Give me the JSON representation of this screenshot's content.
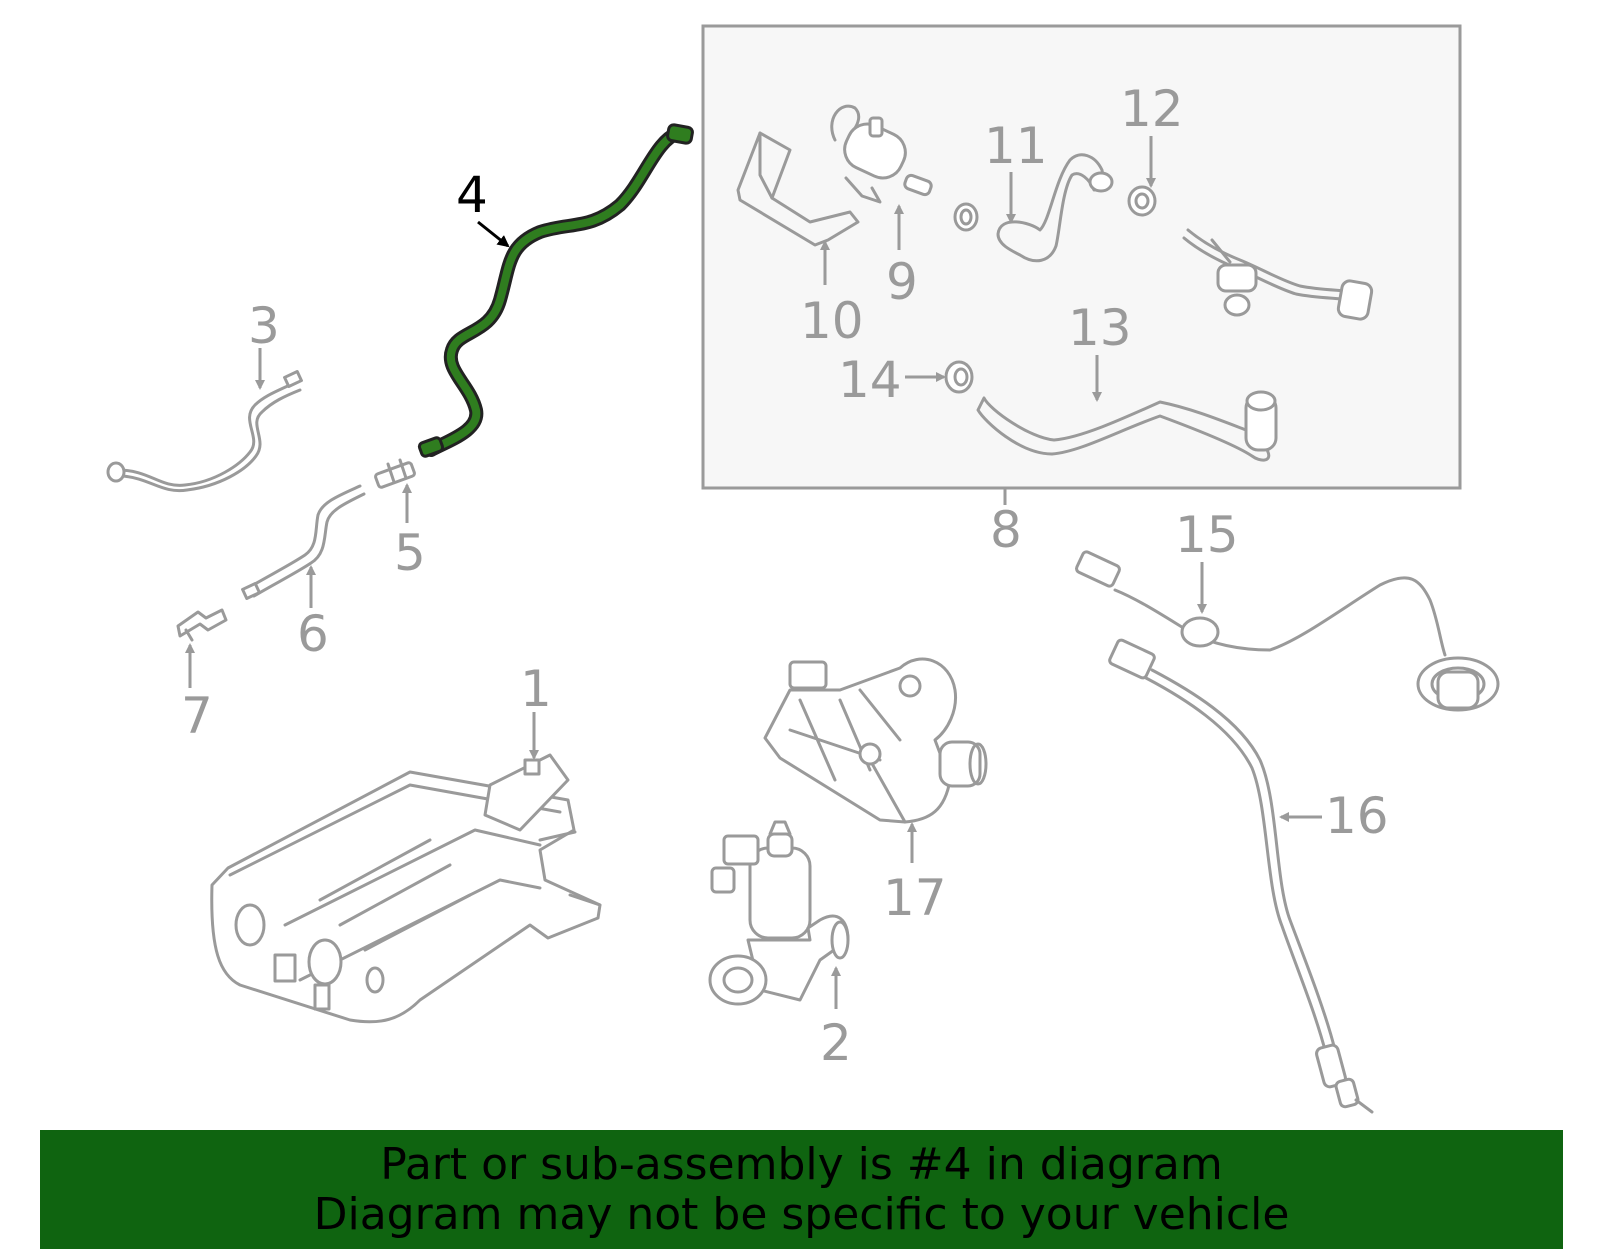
{
  "highlight_part": "4",
  "colors": {
    "highlight_fill": "#2f7d1f",
    "banner_bg": "#0f6410",
    "part_stroke": "#9a9a9a",
    "subassembly_bg": "#f7f7f7"
  },
  "callouts": {
    "c1": "1",
    "c2": "2",
    "c3": "3",
    "c4": "4",
    "c5": "5",
    "c6": "6",
    "c7": "7",
    "c8": "8",
    "c9": "9",
    "c10": "10",
    "c11": "11",
    "c12": "12",
    "c13": "13",
    "c14": "14",
    "c15": "15",
    "c16": "16",
    "c17": "17"
  },
  "banner": {
    "line1": "Part or sub-assembly is #4 in diagram",
    "line2": "Diagram may not be specific to your vehicle"
  }
}
